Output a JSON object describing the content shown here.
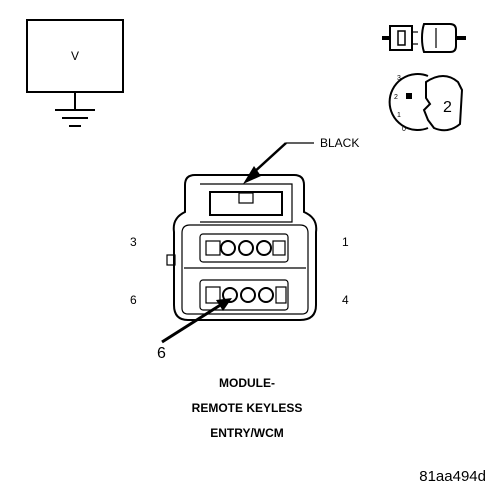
{
  "meter": {
    "label": "V"
  },
  "ignition": {
    "positions": [
      "3",
      "2",
      "1",
      "0"
    ],
    "selected": "2"
  },
  "connector": {
    "color_label": "BLACK",
    "cavity_labels": {
      "top_left": "3",
      "top_right": "1",
      "bottom_left": "6",
      "bottom_right": "4"
    },
    "callout": "6"
  },
  "caption": {
    "lines": [
      "MODULE-",
      "REMOTE KEYLESS",
      "ENTRY/WCM"
    ]
  },
  "figure_code": "81aa494d"
}
